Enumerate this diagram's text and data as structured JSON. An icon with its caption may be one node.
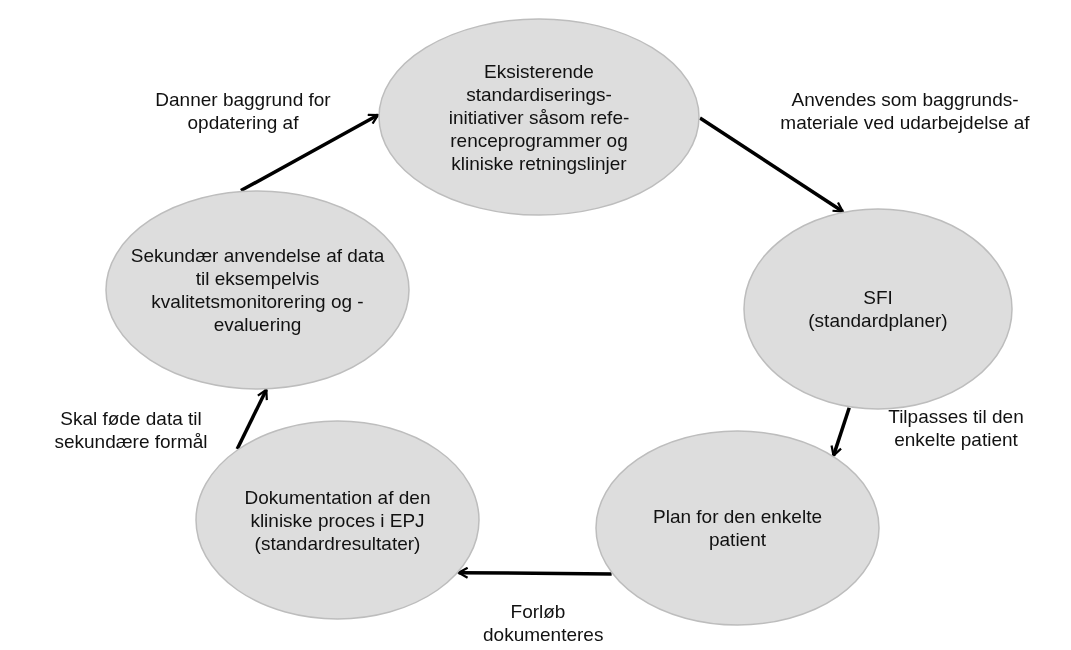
{
  "diagram": {
    "nodes": [
      {
        "text": [
          "Eksisterende standardiserings-initiativer såsom refe-renceprogrammer og kliniske retningslinjer"
        ]
      },
      {
        "text": [
          "SFI (standardplaner)"
        ]
      },
      {
        "text": [
          "Plan for den enkelte patient"
        ]
      },
      {
        "text": [
          "Dokumentation af den kliniske proces i EPJ (standardresultater)"
        ]
      },
      {
        "text": [
          "Sekundær anvendelse af data til eksempelvis kvalitetsmonitorering og -evaluering"
        ]
      }
    ],
    "edges": [
      {
        "from": 0,
        "to": 1,
        "arrow": "to",
        "label": "Anvendes som baggrunds-materiale ved udarbejdelse af"
      },
      {
        "from": 1,
        "to": 2,
        "arrow": "to",
        "label": "Tilpasses til den enkelte patient"
      },
      {
        "from": 2,
        "to": 3,
        "arrow": "to",
        "label": "Forløb dokumenteres"
      },
      {
        "from": 3,
        "to": 4,
        "arrow": "to",
        "label": "Skal føde data til sekundære formål"
      },
      {
        "from": 4,
        "to": 0,
        "arrow": "to",
        "label": "Danner baggrund for opdatering af"
      }
    ]
  }
}
